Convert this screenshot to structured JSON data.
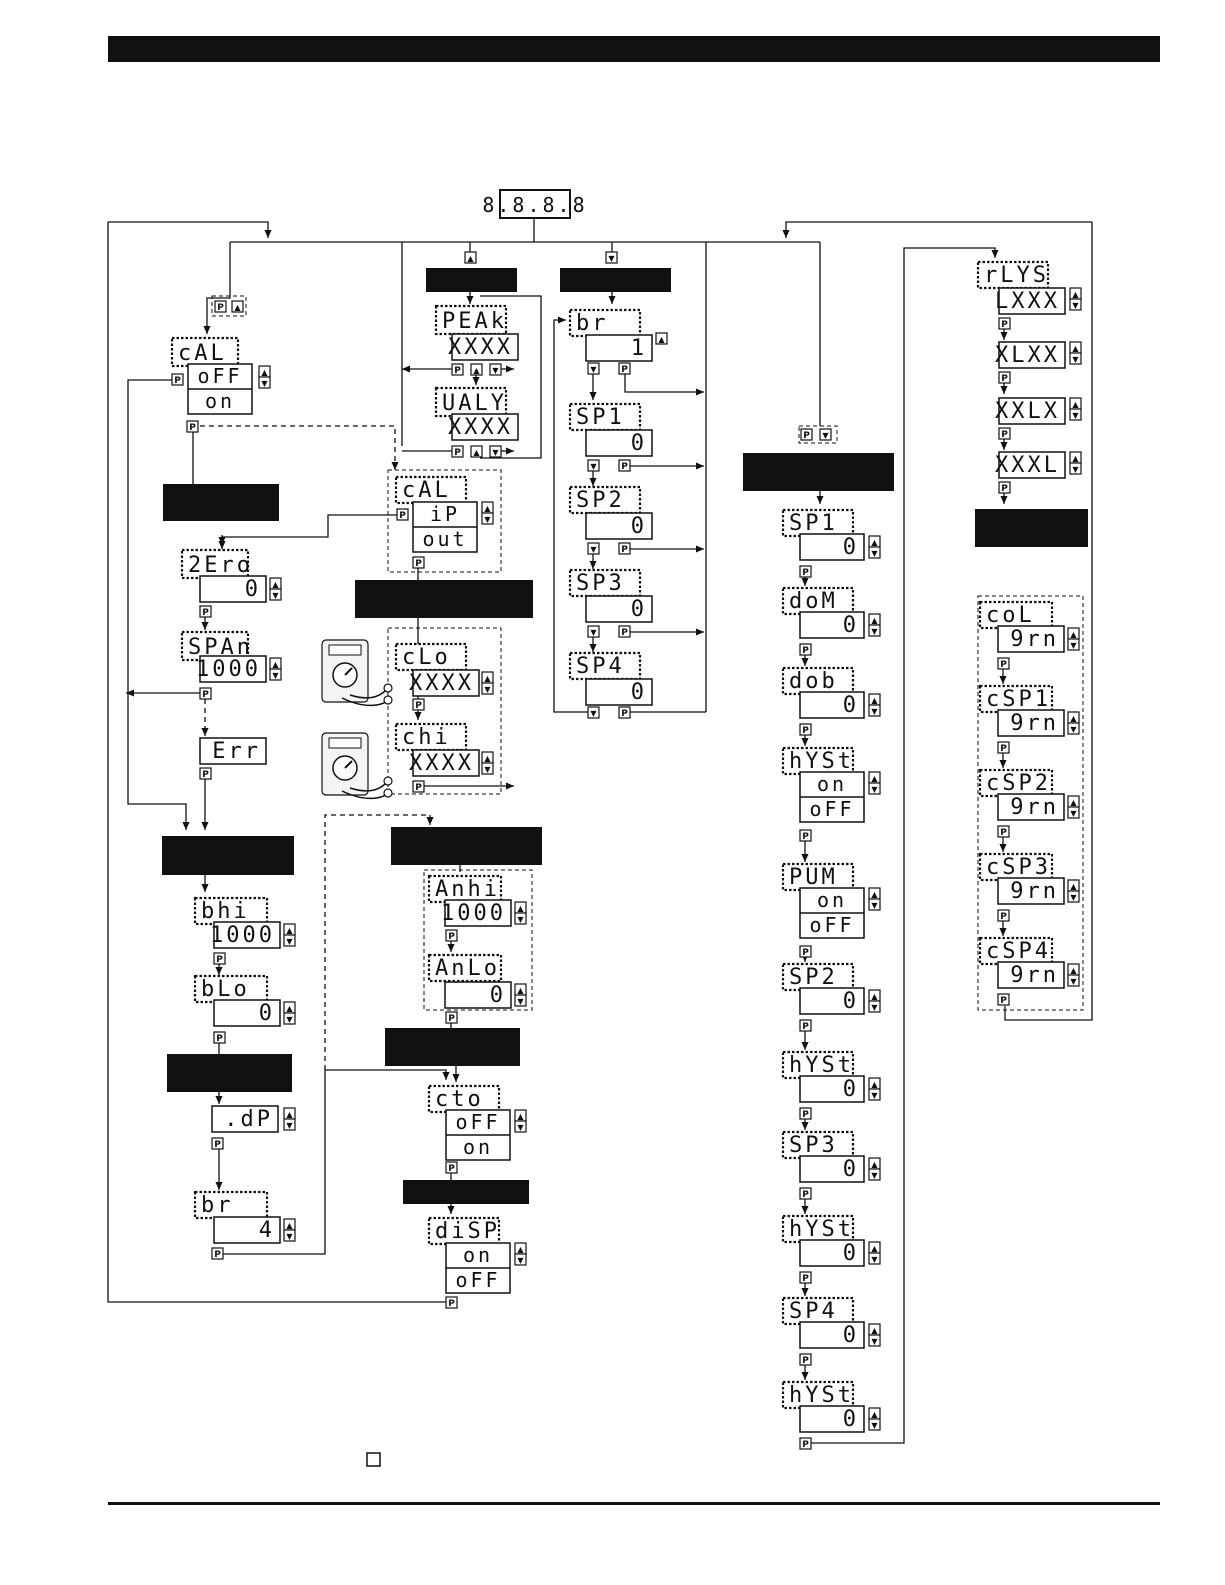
{
  "header": {
    "bar_color": "#111111"
  },
  "home_display": "8.8.8.8",
  "buttons": {
    "p": "P",
    "up": "▲",
    "down": "▼"
  },
  "menu_cal": {
    "label": "cAL",
    "options": [
      "oFF",
      "on"
    ],
    "zero": {
      "label": "2Ero",
      "value": "0"
    },
    "span": {
      "label": "SPAn",
      "value": "1000"
    },
    "error": "Err",
    "bhi": {
      "label": "bhi",
      "value": "1000"
    },
    "blo": {
      "label": "bLo",
      "value": "0"
    },
    "dp": ".dP",
    "br": {
      "label": "br",
      "value": "4"
    }
  },
  "menu_peak": {
    "peak": {
      "label": "PEAk",
      "value": "XXXX"
    },
    "valley": {
      "label": "UALY",
      "value": "XXXX"
    }
  },
  "menu_io_cal": {
    "label": "cAL",
    "options": [
      "iP",
      "out"
    ],
    "clo": {
      "label": "cLo",
      "value": "XXXX"
    },
    "chi": {
      "label": "chi",
      "value": "XXXX"
    }
  },
  "menu_analog": {
    "anhi": {
      "label": "Anhi",
      "value": "1000"
    },
    "anlo": {
      "label": "AnLo",
      "value": "0"
    }
  },
  "menu_cto": {
    "label": "cto",
    "options": [
      "oFF",
      "on"
    ]
  },
  "menu_disp": {
    "label": "diSP",
    "options": [
      "on",
      "oFF"
    ]
  },
  "menu_setpoints": {
    "br": {
      "label": "br",
      "value": "1"
    },
    "items": [
      {
        "label": "SP1",
        "value": "0"
      },
      {
        "label": "SP2",
        "value": "0"
      },
      {
        "label": "SP3",
        "value": "0"
      },
      {
        "label": "SP4",
        "value": "0"
      }
    ]
  },
  "menu_relay_params": {
    "items": [
      {
        "label": "SP1",
        "value": "0"
      },
      {
        "label": "doM",
        "value": "0"
      },
      {
        "label": "dob",
        "value": "0"
      },
      {
        "label": "hYSt",
        "value": "on",
        "value2": "oFF"
      },
      {
        "label": "PUM",
        "value": "on",
        "value2": "oFF"
      },
      {
        "label": "SP2",
        "value": "0"
      },
      {
        "label": "hYSt",
        "value": "0"
      },
      {
        "label": "SP3",
        "value": "0"
      },
      {
        "label": "hYSt",
        "value": "0"
      },
      {
        "label": "SP4",
        "value": "0"
      },
      {
        "label": "hYSt",
        "value": "0"
      }
    ]
  },
  "menu_relay_state": {
    "label": "rLYS",
    "values": [
      "LXXX",
      "XLXX",
      "XXLX",
      "XXXL"
    ]
  },
  "menu_colour": {
    "items": [
      {
        "label": "coL",
        "value": "9rn"
      },
      {
        "label": "cSP1",
        "value": "9rn"
      },
      {
        "label": "cSP2",
        "value": "9rn"
      },
      {
        "label": "cSP3",
        "value": "9rn"
      },
      {
        "label": "cSP4",
        "value": "9rn"
      }
    ]
  }
}
